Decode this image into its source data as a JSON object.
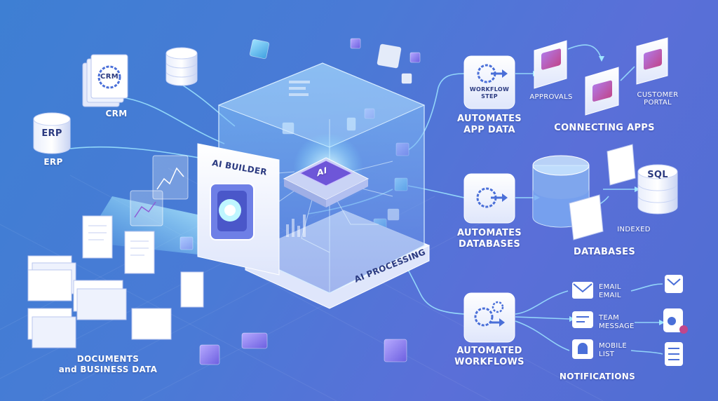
{
  "sources": {
    "erp_badge": "ERP",
    "erp": "ERP",
    "crm_badge": "CRM",
    "crm": "CRM",
    "documents_line1": "DOCUMENTS",
    "documents_line2": "and BUSINESS DATA"
  },
  "core": {
    "ai_builder": "AI BUILDER",
    "ai_chip": "AI",
    "ai_processing": "AI PROCESSING"
  },
  "apps": {
    "workflow_step_line1": "WORKFLOW",
    "workflow_step_line2": "STEP",
    "automates_line1": "AUTOMATES",
    "automates_line2": "APP DATA",
    "approvals": "APPROVALS",
    "customer_line1": "CUSTOMER",
    "customer_line2": "PORTAL",
    "connecting": "CONNECTING APPS"
  },
  "databases": {
    "automates_line1": "AUTOMATES",
    "automates_line2": "DATABASES",
    "sql": "SQL",
    "indexed": "INDEXED",
    "title": "DATABASES"
  },
  "workflows": {
    "line1": "AUTOMATED",
    "line2": "WORKFLOWS",
    "email_line1": "EMAIL",
    "email_line2": "EMAIL",
    "team_line1": "TEAM",
    "team_line2": "MESSAGE",
    "mobile_line1": "MOBILE",
    "mobile_line2": "LIST",
    "notifications": "NOTIFICATIONS"
  },
  "colors": {
    "background": "#4a7ad6",
    "flow_line": "#9fe6ff",
    "accent_purple": "#8e5bd6",
    "accent_pink": "#c0468c"
  }
}
